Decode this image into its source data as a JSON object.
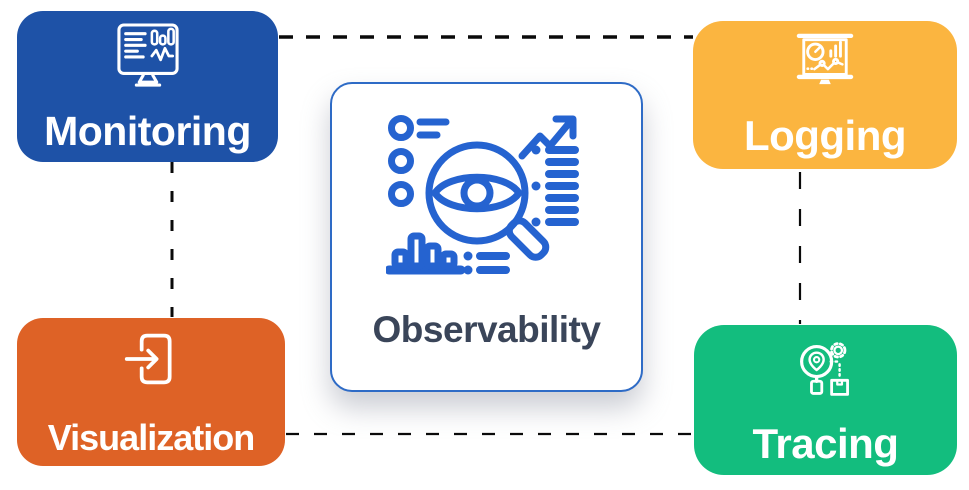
{
  "diagram": {
    "title": "Observability",
    "center": {
      "label": "Observability",
      "icon": "eye-magnifier-analytics-icon",
      "background": "#FFFFFF",
      "border_color": "#2E6BC6",
      "icon_color": "#2563D0",
      "text_color": "#3A4559"
    },
    "nodes": [
      {
        "id": "monitoring",
        "label": "Monitoring",
        "position": "top-left",
        "background": "#1E52A7",
        "text_color": "#FFFFFF",
        "icon": "monitor-dashboard-icon"
      },
      {
        "id": "logging",
        "label": "Logging",
        "position": "top-right",
        "background": "#FBB540",
        "text_color": "#FFFFFF",
        "icon": "presentation-charts-icon"
      },
      {
        "id": "visualization",
        "label": "Visualization",
        "position": "bottom-left",
        "background": "#DE6226",
        "text_color": "#FFFFFF",
        "icon": "sign-in-arrow-icon"
      },
      {
        "id": "tracing",
        "label": "Tracing",
        "position": "bottom-right",
        "background": "#13BD7E",
        "text_color": "#FFFFFF",
        "icon": "location-search-package-icon"
      }
    ],
    "connectors": [
      {
        "from": "monitoring",
        "to": "logging",
        "style": "dashed",
        "color": "#0A0A0A"
      },
      {
        "from": "monitoring",
        "to": "visualization",
        "style": "dashed",
        "color": "#0A0A0A"
      },
      {
        "from": "logging",
        "to": "tracing",
        "style": "dashed",
        "color": "#0A0A0A"
      },
      {
        "from": "visualization",
        "to": "tracing",
        "style": "dashed",
        "color": "#0A0A0A"
      }
    ]
  }
}
